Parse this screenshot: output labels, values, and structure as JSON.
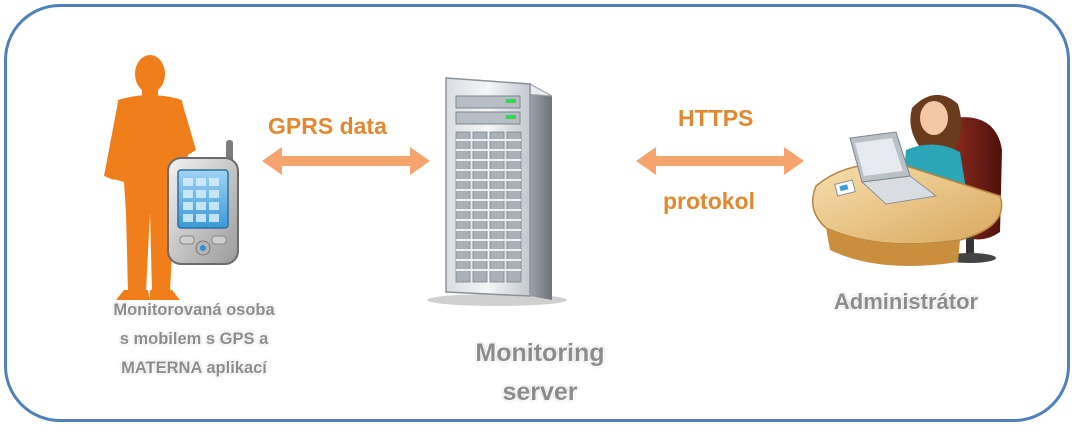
{
  "nodes": {
    "person": {
      "icon": "person-with-gps-phone-icon",
      "caption_lines": [
        "Monitorovaná osoba",
        "s mobilem s GPS a",
        "MATERNA aplikací"
      ]
    },
    "server": {
      "icon": "server-tower-icon",
      "caption_lines": [
        "Monitoring",
        "server"
      ]
    },
    "admin": {
      "icon": "administrator-at-desk-icon",
      "caption_lines": [
        "Administrátor"
      ]
    }
  },
  "connectors": {
    "left": {
      "label": "GPRS data",
      "direction": "bidirectional"
    },
    "right": {
      "label_top": "HTTPS",
      "label_bottom": "protokol",
      "direction": "bidirectional"
    }
  },
  "colors": {
    "frame": "#4f81bd",
    "arrow": "#f4a46c",
    "label": "#e3882e",
    "caption": "#8c8c8c",
    "person": "#f07f1b"
  }
}
